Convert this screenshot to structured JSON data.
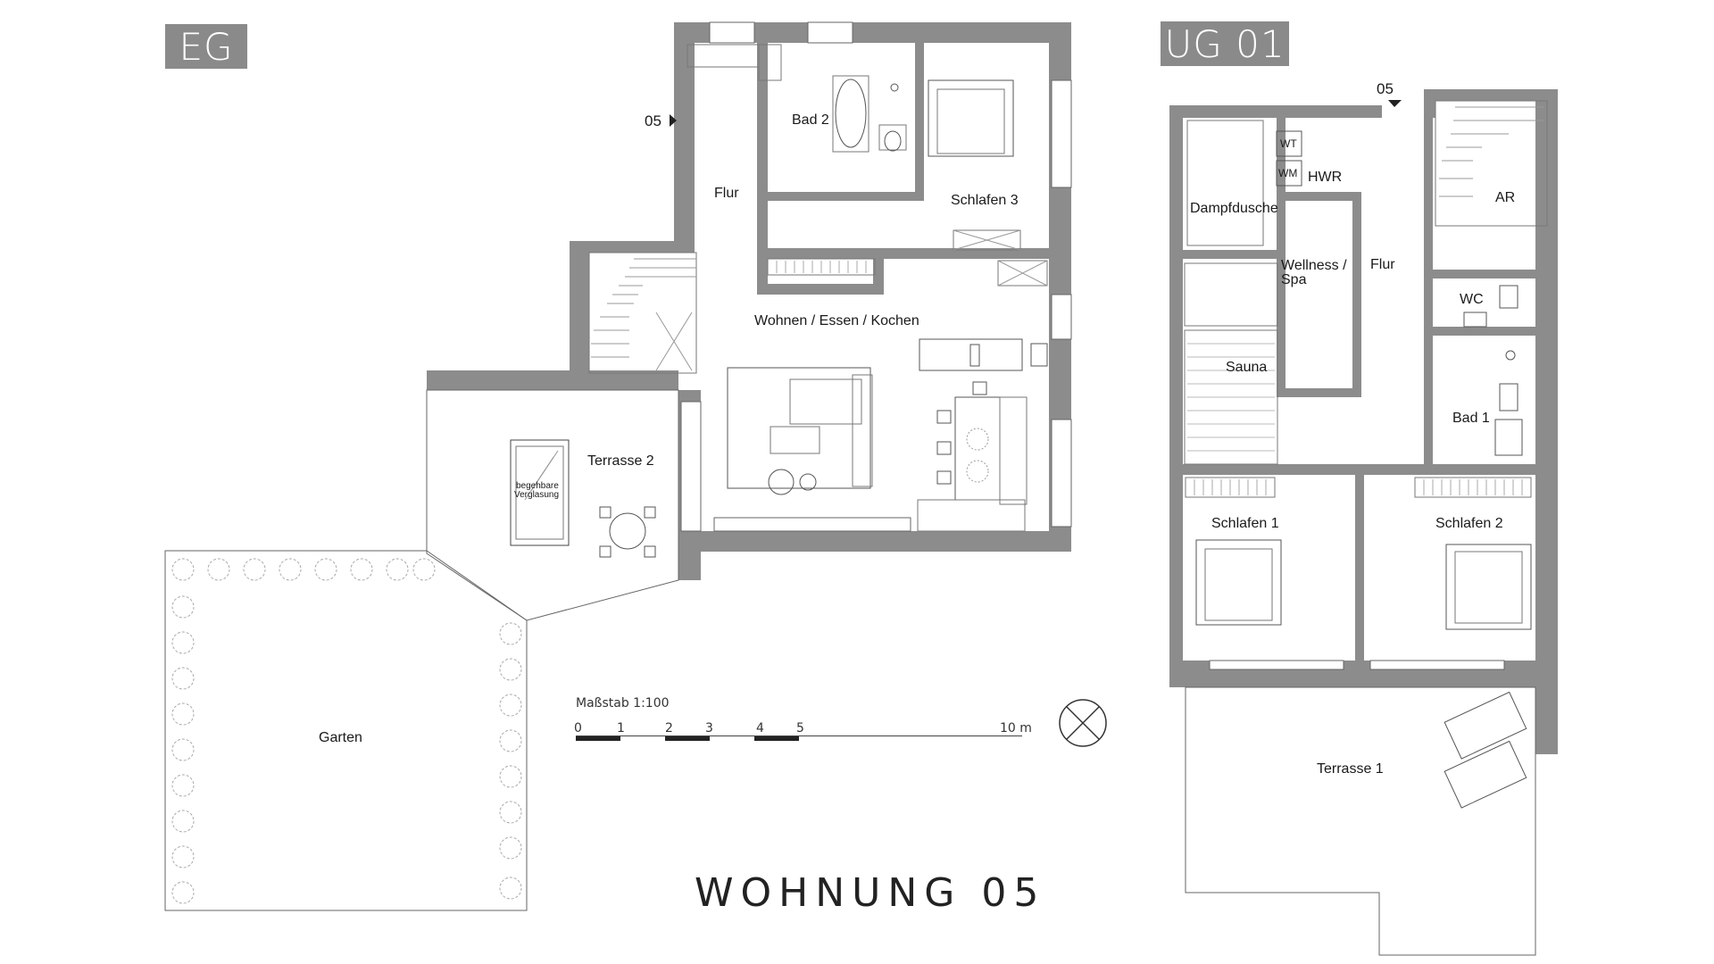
{
  "levels": {
    "eg": "EG",
    "ug": "UG 01"
  },
  "title": "WOHNUNG 05",
  "scale": {
    "label": "Maßstab 1:100",
    "ticks": [
      "0",
      "1",
      "2",
      "3",
      "4",
      "5",
      "10 m"
    ]
  },
  "eg_rooms": {
    "entry": "05",
    "bad2": "Bad 2",
    "flur": "Flur",
    "schlafen3": "Schlafen 3",
    "wohnen": "Wohnen / Essen / Kochen",
    "terrasse2": "Terrasse 2",
    "verglasung_line1": "begehbare",
    "verglasung_line2": "Verglasung",
    "garten": "Garten"
  },
  "ug_rooms": {
    "entry": "05",
    "wt": "WT",
    "wm": "WM",
    "hwr": "HWR",
    "ar": "AR",
    "dampfdusche": "Dampfdusche",
    "wellness_line1": "Wellness /",
    "wellness_line2": "Spa",
    "flur": "Flur",
    "wc": "WC",
    "sauna": "Sauna",
    "bad1": "Bad 1",
    "schlafen1": "Schlafen 1",
    "schlafen2": "Schlafen 2",
    "terrasse1": "Terrasse 1"
  },
  "colors": {
    "wall": "#8c8c8c",
    "line": "#555555",
    "tag_bg": "#8a8a8a"
  }
}
